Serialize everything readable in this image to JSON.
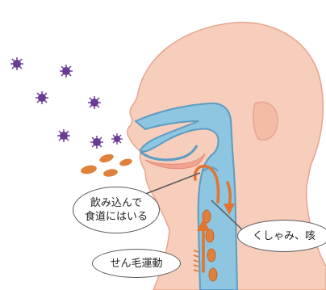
{
  "labels": {
    "swallow_line1": "飲み込んで",
    "swallow_line2": "食道にはいる",
    "sneeze": "くしゃみ、咳",
    "cilia": "せん毛運動"
  },
  "icons": {
    "virus": "virus-icon",
    "droplet": "droplet-icon",
    "arrow": "arrow-icon"
  },
  "colors": {
    "skin": "#f7cdbb",
    "skin_outline": "#e6a58f",
    "airway": "#8ec5e0",
    "airway_outline": "#5d9dc1",
    "virus": "#6b3a95",
    "droplet": "#e0803a",
    "arrow": "#e2742e",
    "callout_border": "#5a5a5a"
  }
}
